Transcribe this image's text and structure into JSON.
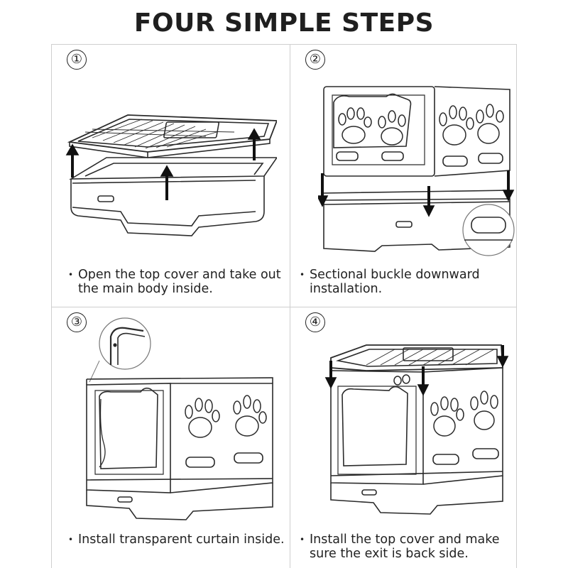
{
  "title": "FOUR SIMPLE STEPS",
  "steps": [
    {
      "number": "①",
      "line1": "Open the top cover and take out",
      "line2": "the main body inside."
    },
    {
      "number": "②",
      "line1": "Sectional buckle downward",
      "line2": "installation."
    },
    {
      "number": "③",
      "line1": "Install transparent curtain inside.",
      "line2": ""
    },
    {
      "number": "④",
      "line1": "Install the top cover and make",
      "line2": "sure the exit is back side."
    }
  ],
  "icons": {
    "bullet": "•",
    "arrow": "arrow-icon",
    "paw": "paw-icon"
  },
  "colors": {
    "line": "#2b2b2b",
    "grid": "#cfcfcf",
    "text": "#222222"
  }
}
